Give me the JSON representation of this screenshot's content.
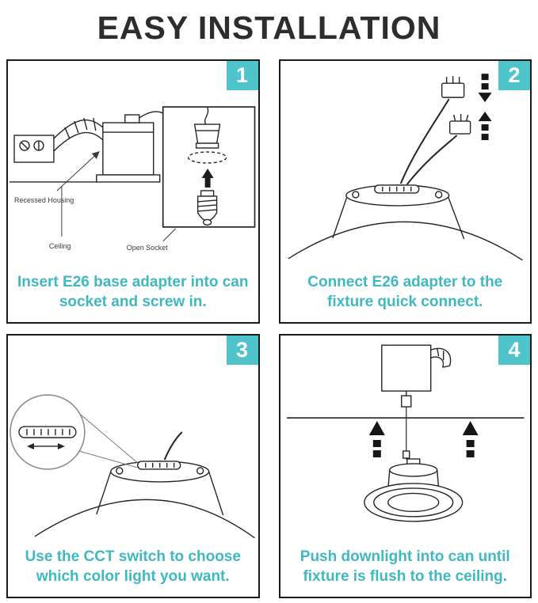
{
  "title": "EASY INSTALLATION",
  "colors": {
    "accent": "#3FB8C0",
    "badge": "#4FC5CB",
    "ink": "#1C1C1C",
    "title": "#2D2D2D"
  },
  "panels": [
    {
      "number": "1",
      "caption": "Insert E26 base adapter into can socket and screw in.",
      "labels": {
        "recessed_housing": "Recessed Housing",
        "ceiling": "Ceiling",
        "open_socket": "Open Socket"
      }
    },
    {
      "number": "2",
      "caption": "Connect E26 adapter to the fixture quick connect."
    },
    {
      "number": "3",
      "caption": "Use the CCT switch to choose which color light you want."
    },
    {
      "number": "4",
      "caption": "Push downlight into can until fixture is flush to the ceiling."
    }
  ]
}
